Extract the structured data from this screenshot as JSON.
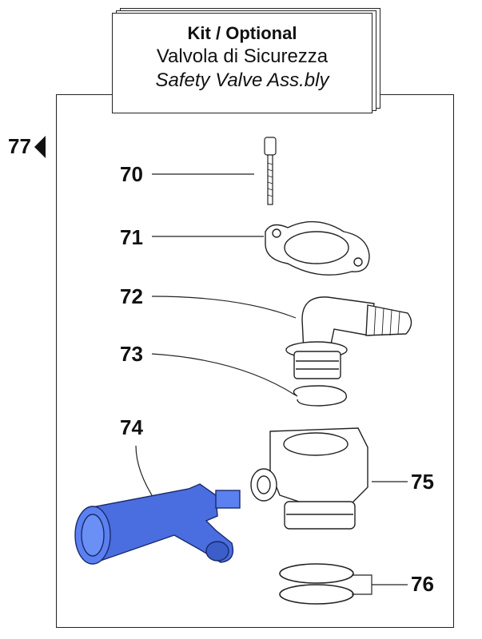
{
  "title": {
    "kit_label": "Kit",
    "separator": "/",
    "optional_label": "Optional",
    "italian_name": "Valvola di Sicurezza",
    "english_name": "Safety Valve Ass.bly"
  },
  "reference": {
    "group_number": "77"
  },
  "parts": [
    {
      "number": "70",
      "name": "screw"
    },
    {
      "number": "71",
      "name": "flange-gasket"
    },
    {
      "number": "72",
      "name": "elbow-hose-connector"
    },
    {
      "number": "73",
      "name": "snap-ring"
    },
    {
      "number": "74",
      "name": "tee-fitting",
      "highlighted": true
    },
    {
      "number": "75",
      "name": "valve-body"
    },
    {
      "number": "76",
      "name": "o-rings"
    }
  ],
  "colors": {
    "highlight": "#4a6ee0",
    "line": "#222222"
  }
}
